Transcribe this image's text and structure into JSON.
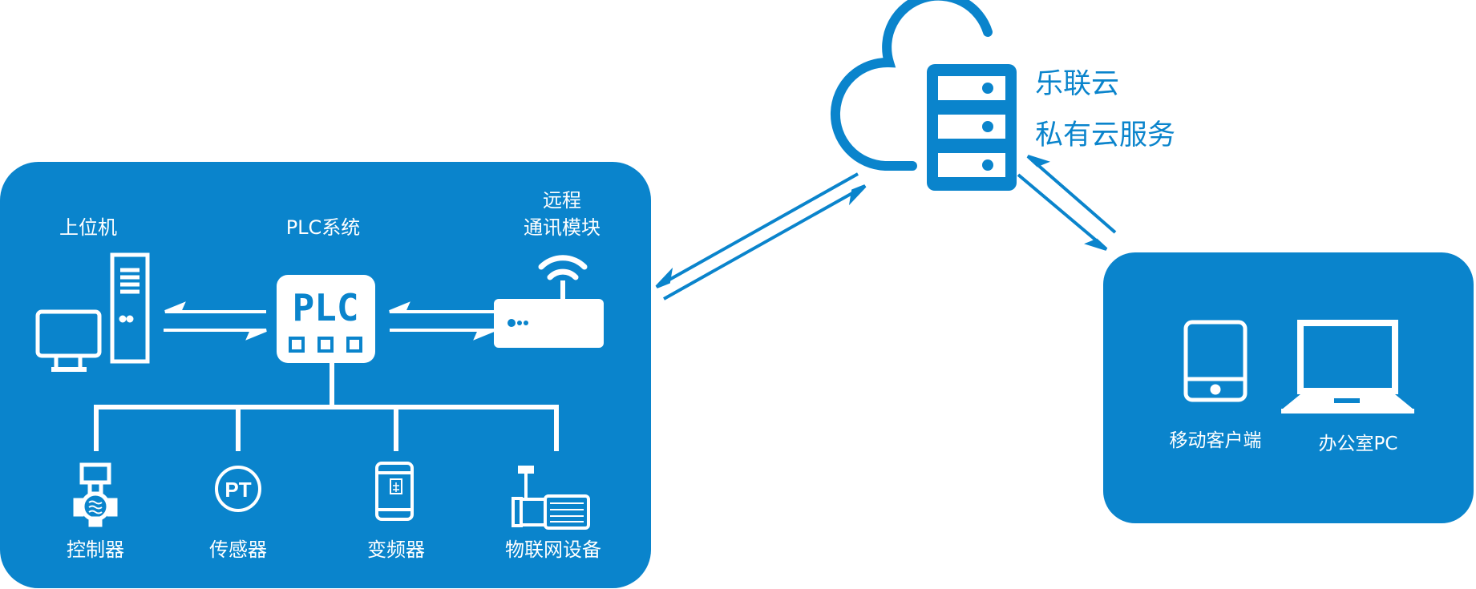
{
  "colors": {
    "brand": "#0a84cc",
    "foreground": "#ffffff"
  },
  "cloud": {
    "name": "乐联云",
    "service": "私有云服务",
    "icons": [
      "cloud-icon",
      "server-icon"
    ]
  },
  "site": {
    "host_pc": "上位机",
    "plc_system": "PLC系统",
    "plc_icon_text": "PLC",
    "remote_line1": "远程",
    "remote_line2": "通讯模块",
    "devices": [
      {
        "label": "控制器",
        "icon": "valve-controller-icon"
      },
      {
        "label": "传感器",
        "icon": "pressure-sensor-icon",
        "icon_text": "PT"
      },
      {
        "label": "变频器",
        "icon": "frequency-converter-icon"
      },
      {
        "label": "物联网设备",
        "icon": "pump-motor-icon"
      }
    ]
  },
  "clients": {
    "mobile": "移动客户端",
    "office_pc": "办公室PC"
  }
}
